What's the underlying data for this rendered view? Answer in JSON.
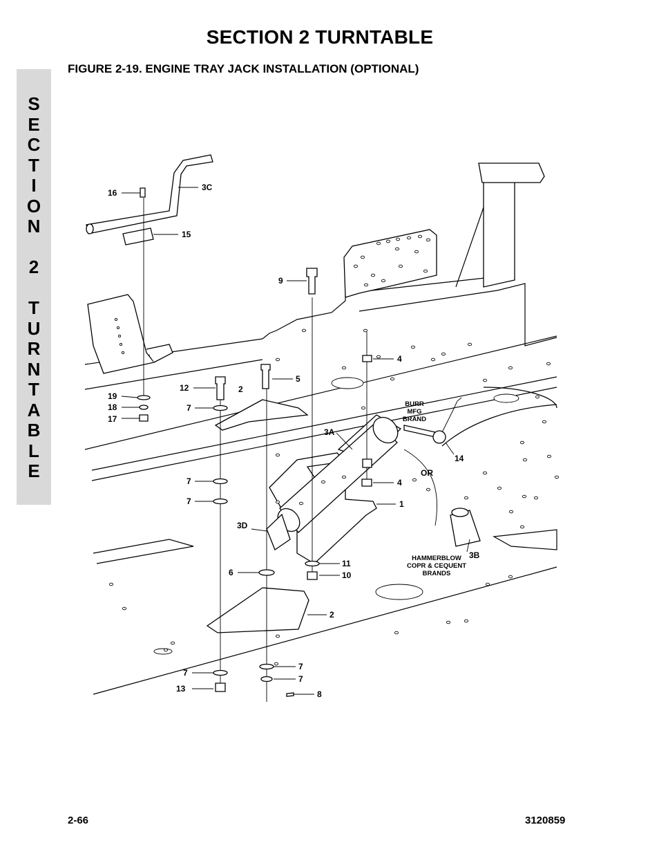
{
  "header": {
    "section_title": "SECTION 2   TURNTABLE",
    "figure_title": "FIGURE 2-19. ENGINE TRAY JACK INSTALLATION (OPTIONAL)"
  },
  "side_tab": {
    "letters": [
      "S",
      "E",
      "C",
      "T",
      "I",
      "O",
      "N",
      " ",
      "2",
      " ",
      "T",
      "U",
      "R",
      "N",
      "T",
      "A",
      "B",
      "L",
      "E"
    ]
  },
  "callouts": {
    "c16": "16",
    "c3c": "3C",
    "c15": "15",
    "c9": "9",
    "c4a": "4",
    "c5": "5",
    "c12": "12",
    "c2a": "2",
    "c19": "19",
    "c18": "18",
    "c17": "17",
    "c7a": "7",
    "c3a": "3A",
    "c14": "14",
    "cor": "OR",
    "c7b": "7",
    "c4b": "4",
    "c7c": "7",
    "c1": "1",
    "c3d": "3D",
    "c11": "11",
    "c6": "6",
    "c10": "10",
    "c3b": "3B",
    "c2b": "2",
    "c7d": "7",
    "c7e": "7",
    "c7f": "7",
    "c13": "13",
    "c8": "8"
  },
  "notes": {
    "burr_1": "BURR",
    "burr_2": "MFG",
    "burr_3": "BRAND",
    "hammer_1": "HAMMERBLOW",
    "hammer_2": "COPR & CEQUENT",
    "hammer_3": "BRANDS"
  },
  "footer": {
    "page_number": "2-66",
    "doc_number": "3120859"
  }
}
